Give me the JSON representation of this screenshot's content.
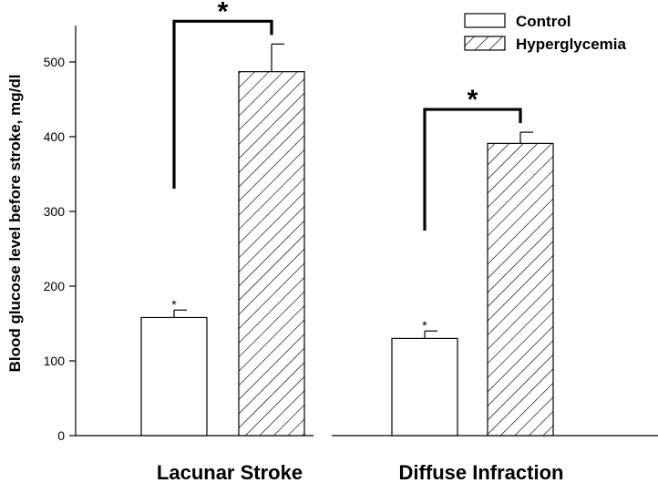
{
  "chart_data": {
    "type": "bar",
    "title": "",
    "xlabel": "",
    "ylabel": "Blood glucose level before stroke, mg/dl",
    "ylim": [
      0,
      550
    ],
    "yticks": [
      0,
      100,
      200,
      300,
      400,
      500
    ],
    "categories": [
      "Lacunar Stroke",
      "Diffuse Infraction"
    ],
    "series": [
      {
        "name": "Control",
        "values": [
          158,
          130
        ],
        "errors": [
          10,
          10
        ],
        "pattern": "none",
        "color": "#ffffff"
      },
      {
        "name": "Hyperglycemia",
        "values": [
          487,
          391
        ],
        "errors": [
          37,
          15
        ],
        "pattern": "diagonal-hatch",
        "color": "#ffffff"
      }
    ],
    "annotations": [
      {
        "category": 0,
        "type": "bracket",
        "label": "*"
      },
      {
        "category": 1,
        "type": "bracket",
        "label": "*"
      },
      {
        "category": 0,
        "series": 0,
        "type": "star",
        "label": "*"
      },
      {
        "category": 1,
        "series": 0,
        "type": "star",
        "label": "*"
      }
    ],
    "legend": {
      "position": "top-right",
      "entries": [
        "Control",
        "Hyperglycemia"
      ]
    },
    "grid": false
  }
}
